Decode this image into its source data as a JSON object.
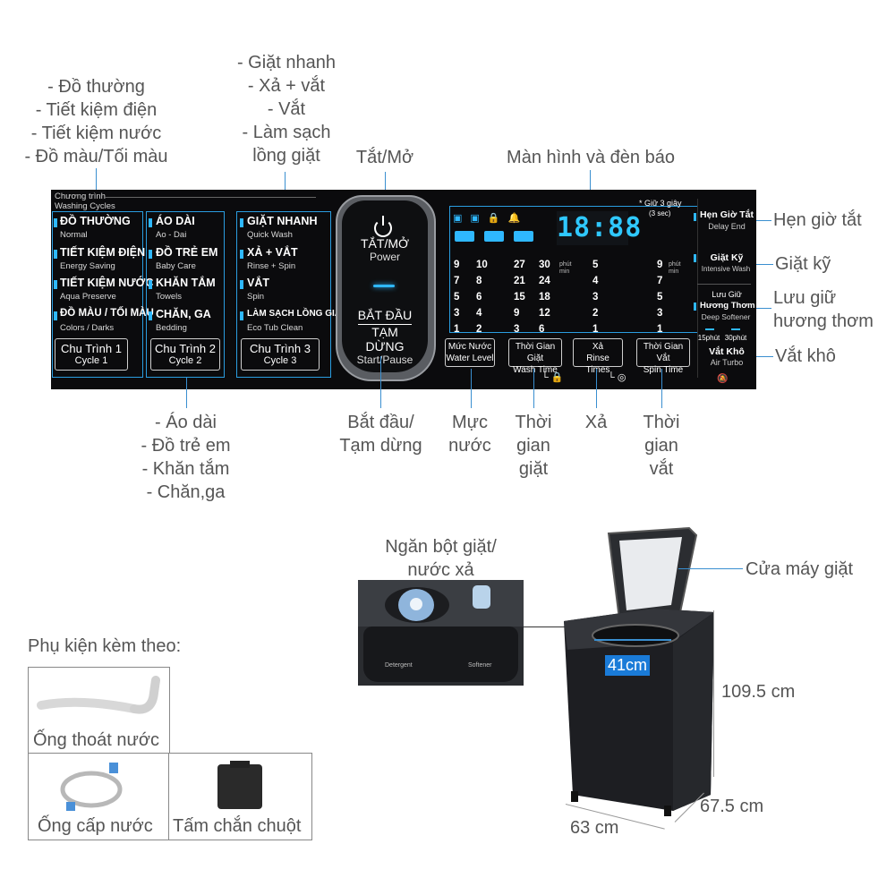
{
  "annotations": {
    "cycle1_options": [
      "- Đồ thường",
      "- Tiết kiệm điện",
      "- Tiết kiệm nước",
      "- Đồ màu/Tối màu"
    ],
    "cycle3_options": [
      "- Giặt nhanh",
      "- Xả + vắt",
      "- Vắt",
      "- Làm sạch",
      "lồng giặt"
    ],
    "power": "Tắt/Mở",
    "display": "Màn hình và đèn báo",
    "delay_end": "Hẹn giờ tắt",
    "intensive": "Giặt kỹ",
    "deep_softener": [
      "Lưu giữ",
      "hương thơm"
    ],
    "air_turbo": "Vắt khô",
    "cycle2_options": [
      "- Áo dài",
      "- Đồ trẻ em",
      "- Khăn tắm",
      "- Chăn,ga"
    ],
    "start_pause": [
      "Bắt đầu/",
      "Tạm dừng"
    ],
    "water_level": [
      "Mực",
      "nước"
    ],
    "wash_time": [
      "Thời",
      "gian",
      "giặt"
    ],
    "rinse": "Xả",
    "spin_time": [
      "Thời",
      "gian",
      "vắt"
    ]
  },
  "panel": {
    "section_title": "Chương trình",
    "section_subtitle": "Washing Cycles",
    "col1": [
      {
        "vi": "ĐỒ THƯỜNG",
        "en": "Normal"
      },
      {
        "vi": "TIẾT KIỆM ĐIỆN",
        "en": "Energy Saving"
      },
      {
        "vi": "TIẾT KIỆM NƯỚC",
        "en": "Aqua Preserve"
      },
      {
        "vi": "ĐỒ MÀU / TỐI MÀU",
        "en": "Colors / Darks"
      }
    ],
    "col2": [
      {
        "vi": "ÁO DÀI",
        "en": "Ao - Dai"
      },
      {
        "vi": "ĐỒ TRẺ EM",
        "en": "Baby Care"
      },
      {
        "vi": "KHĂN TẮM",
        "en": "Towels"
      },
      {
        "vi": "CHĂN, GA",
        "en": "Bedding"
      }
    ],
    "col3": [
      {
        "vi": "GIẶT NHANH",
        "en": "Quick Wash"
      },
      {
        "vi": "XẢ + VẮT",
        "en": "Rinse + Spin"
      },
      {
        "vi": "VẮT",
        "en": "Spin"
      },
      {
        "vi": "LÀM SẠCH LỒNG GIẶT",
        "en": "Eco Tub Clean"
      }
    ],
    "cycle_buttons": [
      {
        "vi": "Chu Trình 1",
        "en": "Cycle 1"
      },
      {
        "vi": "Chu Trình 2",
        "en": "Cycle 2"
      },
      {
        "vi": "Chu Trình 3",
        "en": "Cycle 3"
      }
    ],
    "power_vi": "TẮT/MỞ",
    "power_en": "Power",
    "start_vi1": "BẮT ĐẦU",
    "start_vi2": "TẠM DỪNG",
    "start_en": "Start/Pause",
    "display_digits": "18:88",
    "hold_hint": "* Giữ 3 giây",
    "hold_hint_en": "(3 sec)",
    "minute_unit": "phút",
    "minute_unit_en": "min",
    "wash_col1": [
      "9",
      "7",
      "5",
      "3",
      "1"
    ],
    "wash_col2": [
      "10",
      "8",
      "6",
      "4",
      "2"
    ],
    "wash_col3": [
      "27",
      "21",
      "15",
      "9",
      "3"
    ],
    "wash_col4": [
      "30",
      "24",
      "18",
      "12",
      "6"
    ],
    "rinse_col": [
      "5",
      "4",
      "3",
      "2",
      "1"
    ],
    "spin_col": [
      "9",
      "7",
      "5",
      "3",
      "1"
    ],
    "time_buttons": [
      {
        "vi": "Mức Nước",
        "en": "Water Level"
      },
      {
        "vi": "Thời Gian Giặt",
        "en": "Wash Time"
      },
      {
        "vi": "Xả",
        "en": "Rinse Times"
      },
      {
        "vi": "Thời Gian Vắt",
        "en": "Spin Time"
      }
    ],
    "delay_vi": "Hẹn Giờ Tắt",
    "delay_en": "Delay End",
    "intensive_vi": "Giặt Kỹ",
    "intensive_en": "Intensive Wash",
    "softener_vi1": "Lưu Giữ",
    "softener_vi2": "Hương Thơm",
    "softener_en": "Deep Softener",
    "airturbo_t1": "15phút",
    "airturbo_t2": "30phút",
    "airturbo_vi": "Vắt Khô",
    "airturbo_en": "Air Turbo"
  },
  "product": {
    "detergent_label": [
      "Ngăn bột giặt/",
      "nước xả"
    ],
    "drawer_left": "Detergent",
    "drawer_right": "Softener",
    "door_label": "Cửa máy giặt",
    "inner_width": "41cm",
    "height": "109.5 cm",
    "depth": "67.5 cm",
    "width": "63 cm"
  },
  "accessories": {
    "title": "Phụ kiện kèm theo:",
    "items": [
      "Ống thoát nước",
      "Ống cấp nước",
      "Tấm chắn chuột"
    ]
  },
  "colors": {
    "accent": "#3a8fd0",
    "panel_bg": "#0b0b0d",
    "led": "#2fb8ff"
  }
}
